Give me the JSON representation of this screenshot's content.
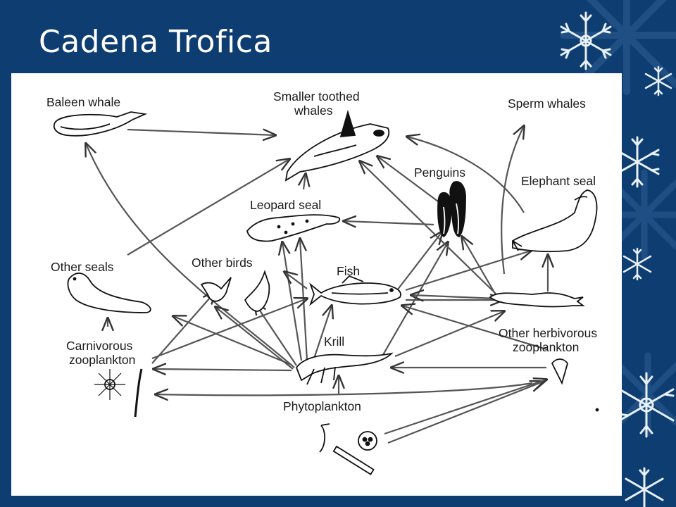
{
  "slide": {
    "title": "Cadena Trofica"
  },
  "diagram": {
    "labels": {
      "baleen_whale": "Baleen whale",
      "smaller_toothed_1": "Smaller toothed",
      "smaller_toothed_2": "whales",
      "sperm_whales": "Sperm whales",
      "penguins": "Penguins",
      "elephant_seal": "Elephant seal",
      "leopard_seal": "Leopard seal",
      "other_seals": "Other seals",
      "other_birds": "Other birds",
      "fish": "Fish",
      "carnivorous_1": "Carnivorous",
      "carnivorous_2": "zooplankton",
      "krill": "Krill",
      "other_herb_1": "Other herbivorous",
      "other_herb_2": "zooplankton",
      "phytoplankton": "Phytoplankton"
    }
  },
  "colors": {
    "background": "#0e3d72",
    "panel": "#ffffff",
    "ink": "#1a1a1a"
  }
}
